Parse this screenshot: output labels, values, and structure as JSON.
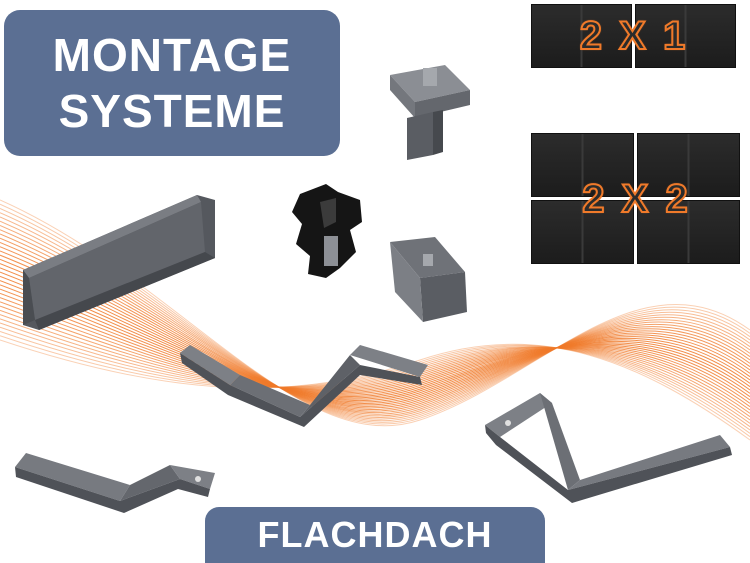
{
  "title": {
    "line1": "MONTAGE",
    "line2": "SYSTEME"
  },
  "footer": {
    "label": "FLACHDACH"
  },
  "layouts": [
    {
      "label": "2 X 1",
      "rows": 1,
      "cols": 2
    },
    {
      "label": "2 X 2",
      "rows": 2,
      "cols": 2
    }
  ],
  "colors": {
    "accent_orange": "#f07a2a",
    "box_blue": "#5b6f93",
    "metal_gray": "#6c6f75",
    "panel_black": "#232323"
  },
  "parts": [
    {
      "name": "angle-profile"
    },
    {
      "name": "end-clamp-top"
    },
    {
      "name": "rubber-mid-clamp"
    },
    {
      "name": "end-clamp"
    },
    {
      "name": "roof-hook-center"
    },
    {
      "name": "roof-hook-left"
    },
    {
      "name": "roof-hook-right"
    }
  ]
}
